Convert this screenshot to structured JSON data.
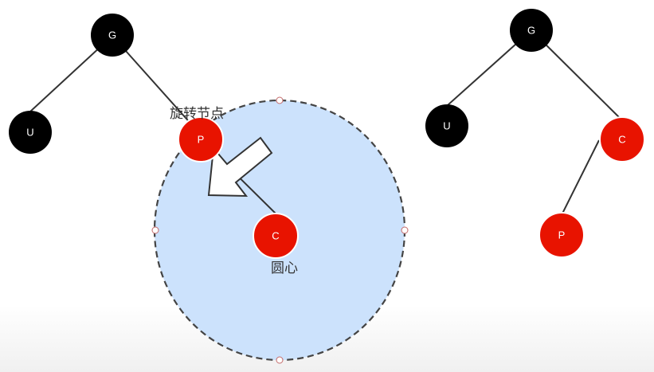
{
  "colors": {
    "black_node": "#000000",
    "red_node": "#e81300",
    "edge": "#333333",
    "circle_fill": "#cce2fc",
    "circle_stroke": "#444444"
  },
  "left_tree": {
    "G": "G",
    "U": "U",
    "P": "P",
    "C": "C"
  },
  "right_tree": {
    "G": "G",
    "U": "U",
    "C": "C",
    "P": "P"
  },
  "annotations": {
    "rotation_node": "旋转节点",
    "circle_center": "圆心"
  }
}
